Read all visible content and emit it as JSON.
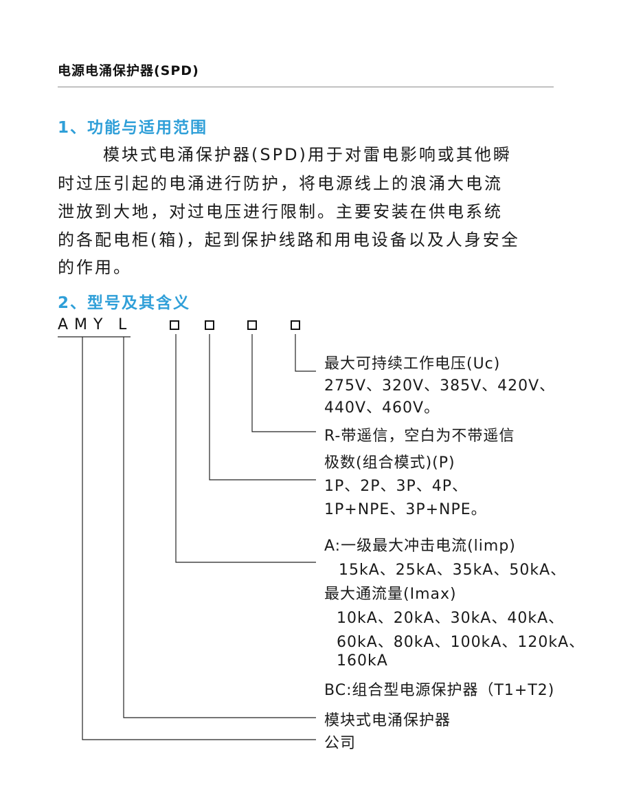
{
  "document": {
    "title": "电源电涌保护器(SPD)"
  },
  "section1": {
    "heading": "1、功能与适用范围",
    "lines": [
      "模块式电涌保护器(SPD)用于对雷电影响或其他瞬",
      "时过压引起的电涌进行防护，将电源线上的浪涌大电流",
      "泄放到大地，对过电压进行限制。主要安装在供电系统",
      "的各配电柜(箱)，起到保护线路和用电设备以及人身安全",
      "的作用。"
    ]
  },
  "section2": {
    "heading": "2、型号及其含义",
    "code": {
      "amy": "AMY",
      "l": "L"
    },
    "descriptions": {
      "voltage": [
        "最大可持续工作电压(Uc)",
        "275V、320V、385V、420V、",
        "440V、460V。"
      ],
      "remote": [
        "R-带遥信，空白为不带遥信"
      ],
      "poles": [
        "极数(组合模式)(P)",
        "1P、2P、3P、4P、",
        "1P+NPE、3P+NPE。"
      ],
      "current": [
        "A:一级最大冲击电流(limp)",
        "15kA、25kA、35kA、50kA、",
        "最大通流量(Imax)",
        "10kA、20kA、30kA、40kA、",
        "60kA、80kA、100kA、120kA、",
        "160kA",
        "BC:组合型电源保护器（T1+T2)"
      ],
      "module": [
        "模块式电涌保护器"
      ],
      "company": [
        "公司"
      ]
    }
  }
}
